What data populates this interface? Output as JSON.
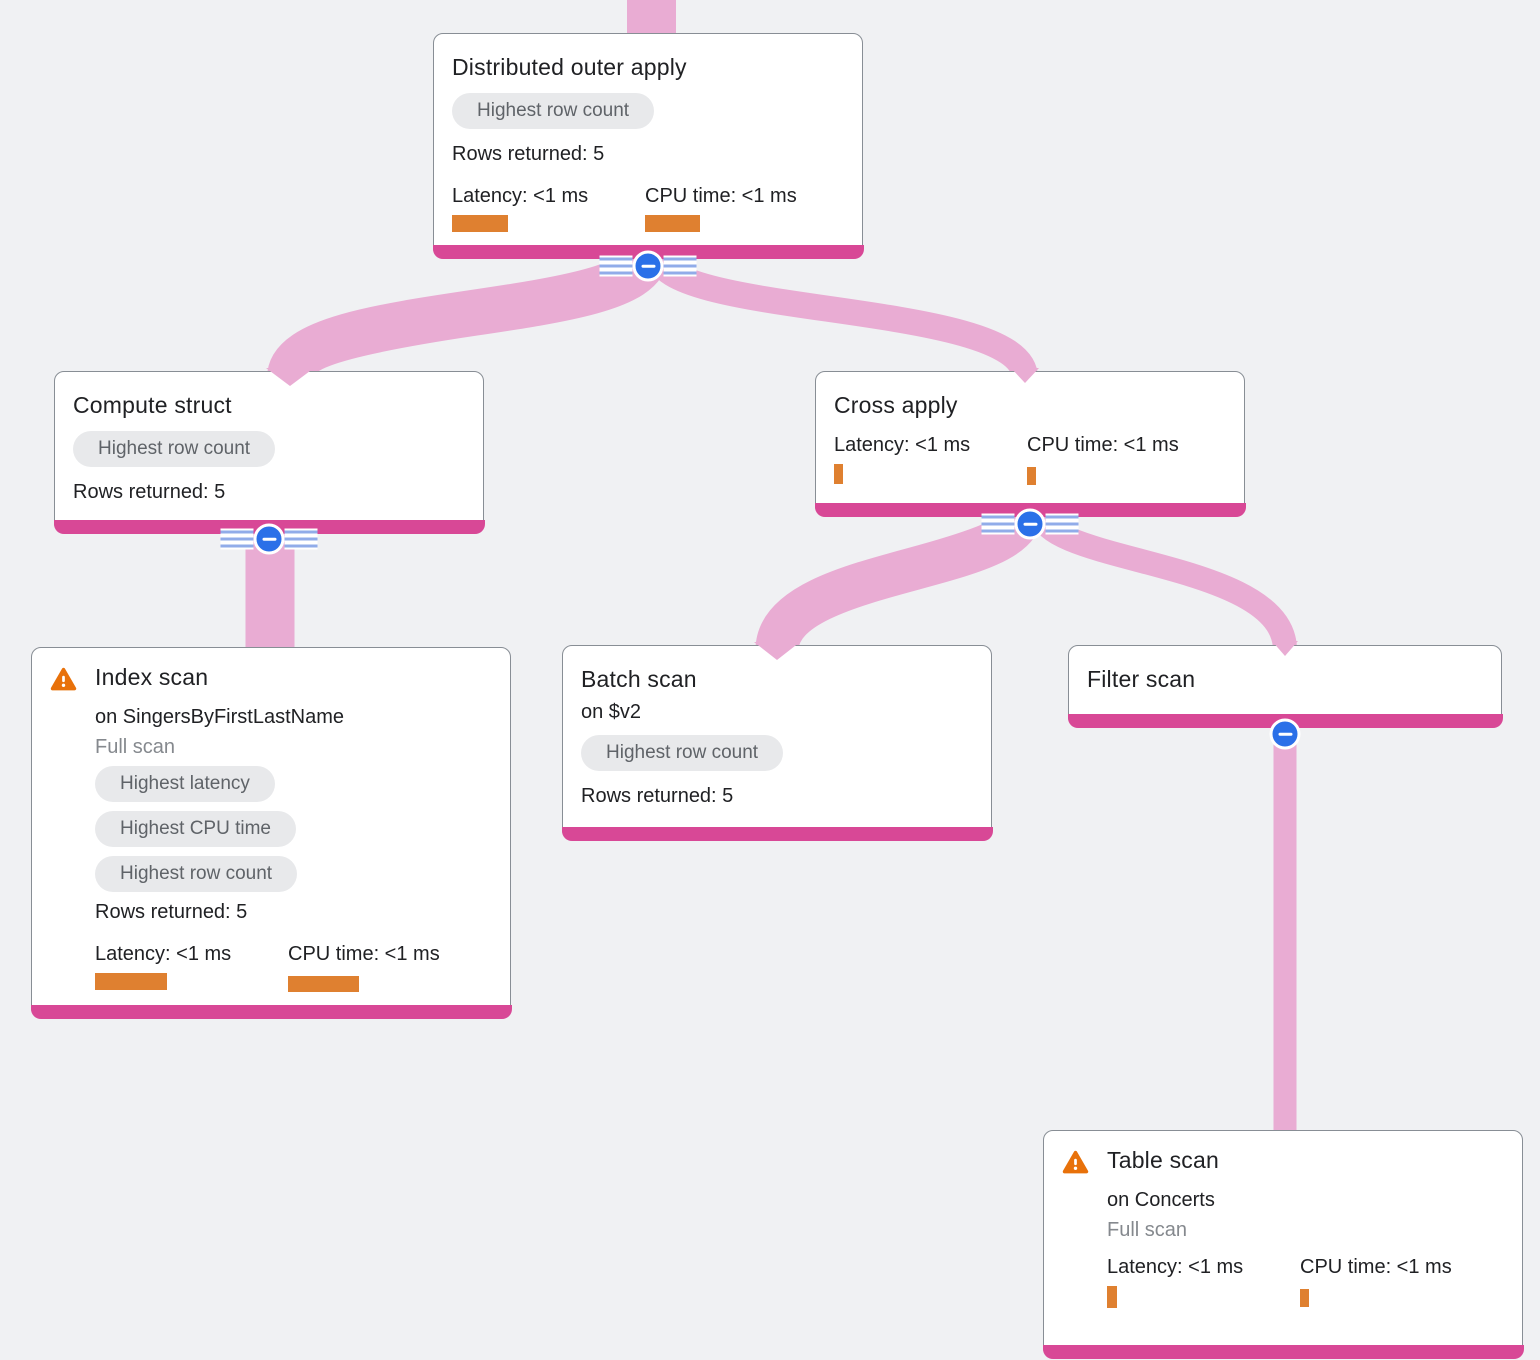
{
  "colors": {
    "background": "#F0F1F3",
    "node_background": "#FFFFFF",
    "node_border": "#888E95",
    "node_bottom_bar": "#D84896",
    "edge_ribbon": "#E9ACD3",
    "metric_bar_orange": "#DF8030",
    "warning_orange": "#E8710A",
    "collapse_blue": "#2B70E8",
    "badge_background": "#E8E9EB",
    "badge_text": "#5F6368",
    "muted_text": "#85898E",
    "text": "#202124"
  },
  "nodes": [
    {
      "title": "Distributed outer apply",
      "badges": [
        "Highest row count"
      ],
      "rows_returned": "Rows returned: 5",
      "latency_label": "Latency: <1 ms",
      "cpu_label": "CPU time: <1 ms"
    },
    {
      "title": "Compute struct",
      "badges": [
        "Highest row count"
      ],
      "rows_returned": "Rows returned: 5"
    },
    {
      "title": "Cross apply",
      "latency_label": "Latency: <1 ms",
      "cpu_label": "CPU time: <1 ms"
    },
    {
      "title": "Index scan",
      "subtitle": "on SingersByFirstLastName",
      "scan_type": "Full scan",
      "badges": [
        "Highest latency",
        "Highest CPU time",
        "Highest row count"
      ],
      "rows_returned": "Rows returned: 5",
      "latency_label": "Latency: <1 ms",
      "cpu_label": "CPU time: <1 ms"
    },
    {
      "title": "Batch scan",
      "subtitle": "on $v2",
      "badges": [
        "Highest row count"
      ],
      "rows_returned": "Rows returned: 5"
    },
    {
      "title": "Filter scan"
    },
    {
      "title": "Table scan",
      "subtitle": "on Concerts",
      "scan_type": "Full scan",
      "latency_label": "Latency: <1 ms",
      "cpu_label": "CPU time: <1 ms"
    }
  ]
}
